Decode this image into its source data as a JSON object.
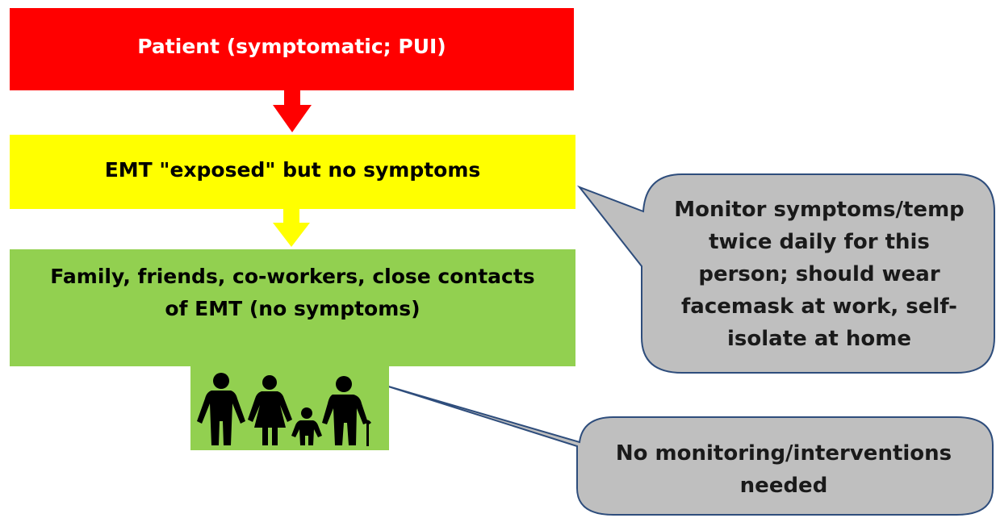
{
  "boxes": {
    "patient": "Patient (symptomatic; PUI)",
    "emt": "EMT \"exposed\" but no symptoms",
    "contacts": "Family, friends, co-workers, close contacts of EMT (no symptoms)"
  },
  "callouts": {
    "emt_guidance": "Monitor symptoms/temp twice daily for this person; should wear facemask at work, self-isolate at home",
    "family_guidance": "No monitoring/interventions needed"
  },
  "colors": {
    "patient": "#ff0000",
    "emt": "#ffff00",
    "contacts": "#92d050",
    "callout_fill": "#bfbfbf",
    "callout_stroke": "#2e4d7c"
  },
  "icons": [
    "family-silhouettes-icon"
  ]
}
